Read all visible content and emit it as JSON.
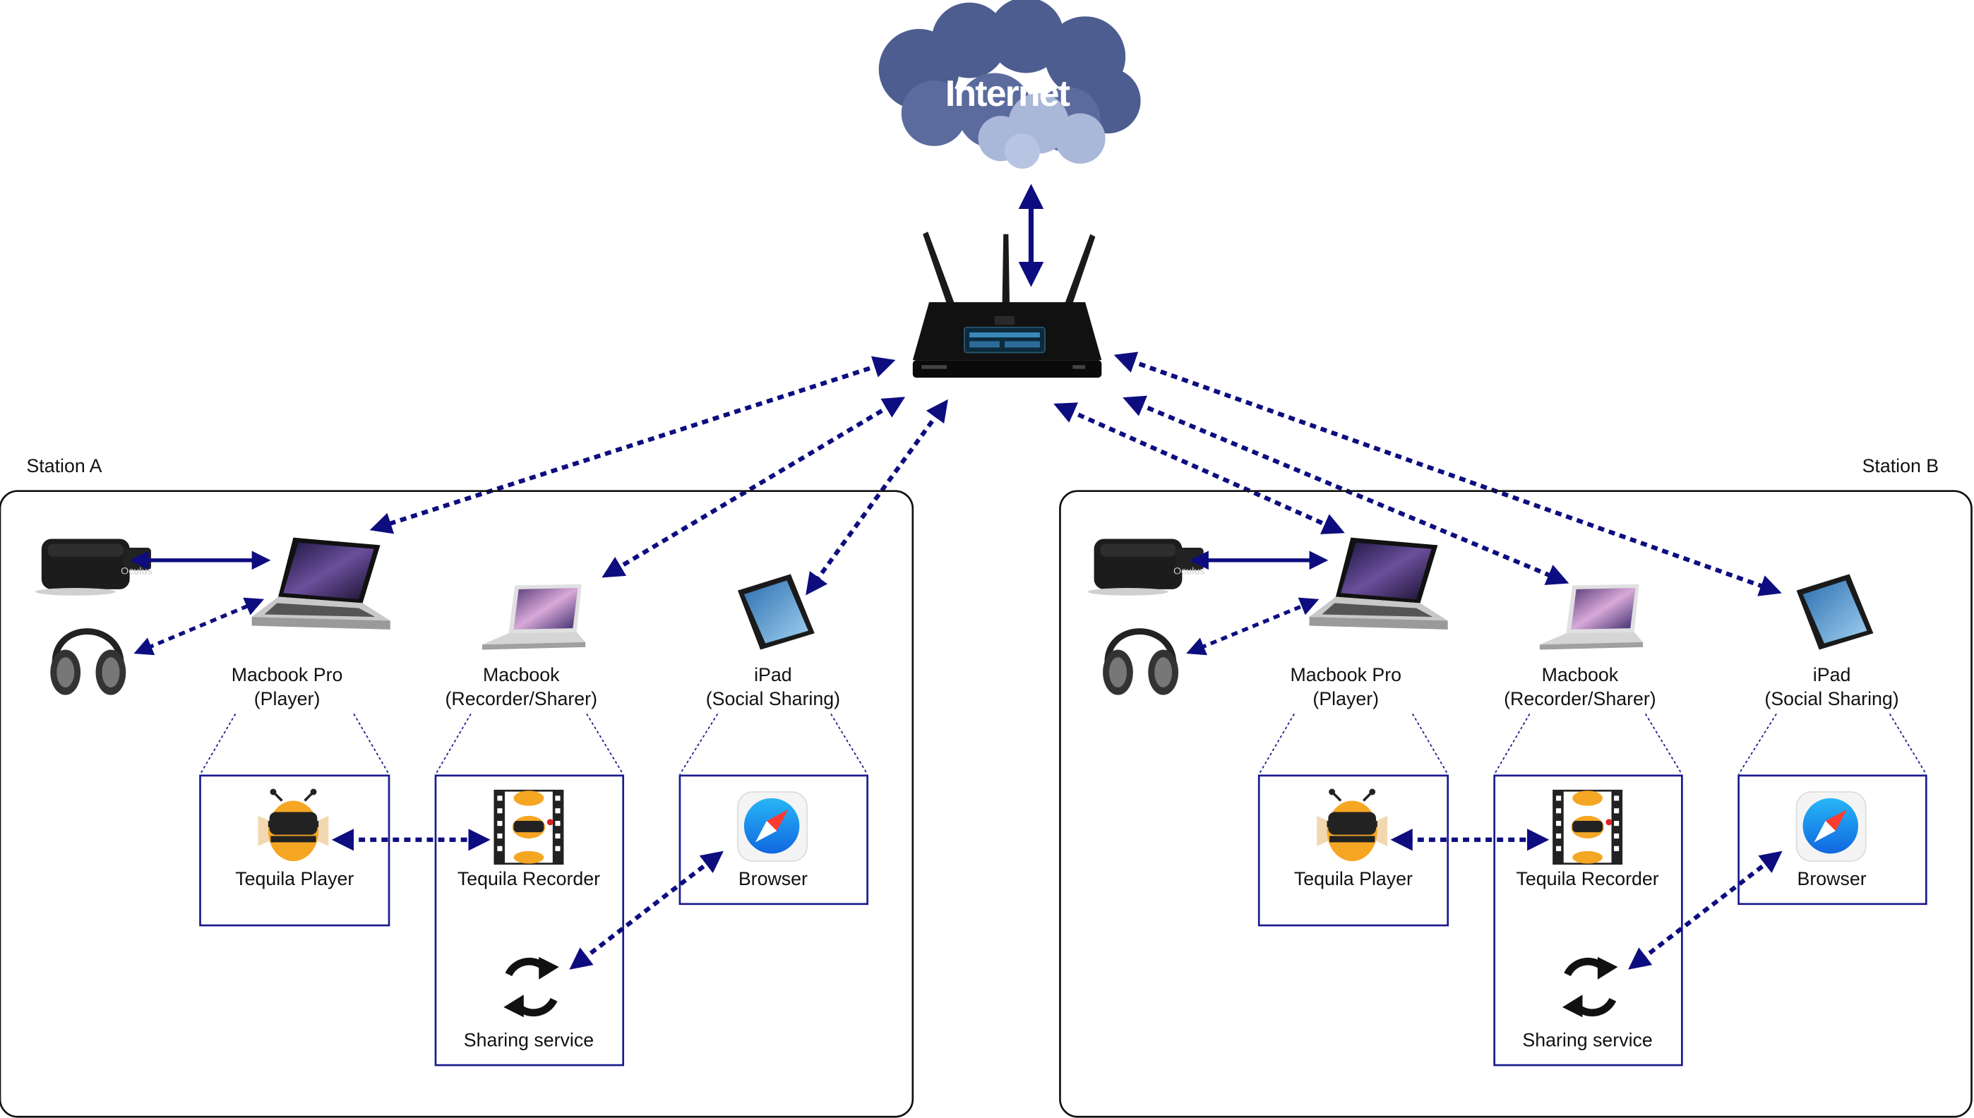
{
  "cloud": {
    "label": "Internet"
  },
  "stations": [
    {
      "title": "Station A",
      "devices": {
        "macbook_pro": {
          "line1": "Macbook Pro",
          "line2": "(Player)"
        },
        "macbook": {
          "line1": "Macbook",
          "line2": "(Recorder/Sharer)"
        },
        "ipad": {
          "line1": "iPad",
          "line2": "(Social Sharing)"
        }
      },
      "apps": {
        "player": "Tequila Player",
        "recorder": "Tequila Recorder",
        "sharing": "Sharing service",
        "browser": "Browser"
      },
      "headset_brand": "Oculus"
    },
    {
      "title": "Station B",
      "devices": {
        "macbook_pro": {
          "line1": "Macbook Pro",
          "line2": "(Player)"
        },
        "macbook": {
          "line1": "Macbook",
          "line2": "(Recorder/Sharer)"
        },
        "ipad": {
          "line1": "iPad",
          "line2": "(Social Sharing)"
        }
      },
      "apps": {
        "player": "Tequila Player",
        "recorder": "Tequila Recorder",
        "sharing": "Sharing service",
        "browser": "Browser"
      },
      "headset_brand": "Oculus"
    }
  ],
  "colors": {
    "arrow": "#0d0d80",
    "box_border": "#1a1a8c",
    "station_border": "#111111",
    "cloud_dark": "#4d5d8f",
    "cloud_light": "#a9b8d8"
  },
  "icons": [
    "cloud-icon",
    "router-icon",
    "vr-headset-icon",
    "headphones-icon",
    "laptop-icon",
    "tablet-icon",
    "bee-icon",
    "film-strip-icon",
    "sync-icon",
    "compass-icon"
  ]
}
